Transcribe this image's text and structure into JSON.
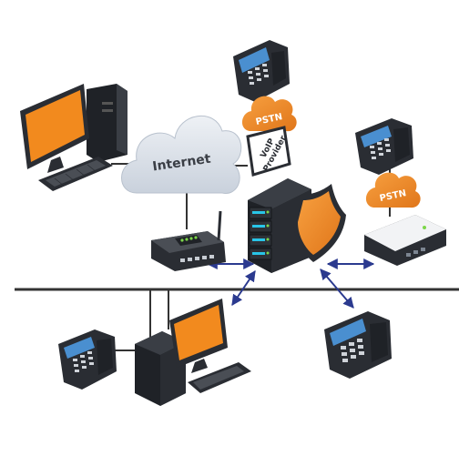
{
  "labels": {
    "cloud": "Internet",
    "pstn_top": "PSTN",
    "pstn_right": "PSTN",
    "voip_line1": "VoIP",
    "voip_line2": "Provider"
  },
  "colors": {
    "accent_orange": "#f28a1e",
    "dark_body": "#2a2d33",
    "cloud": "#d7dde6",
    "link_arrow": "#2b3a8f",
    "network_line": "#333333",
    "server_led": "#28c5e8",
    "router_led": "#7cd64a"
  },
  "icons": [
    "desktop-computer-icon",
    "cloud-icon",
    "ip-phone-icon",
    "pstn-cloud-icon",
    "voip-provider-box-icon",
    "router-icon",
    "server-rack-icon",
    "security-shield-icon",
    "voip-gateway-icon"
  ]
}
